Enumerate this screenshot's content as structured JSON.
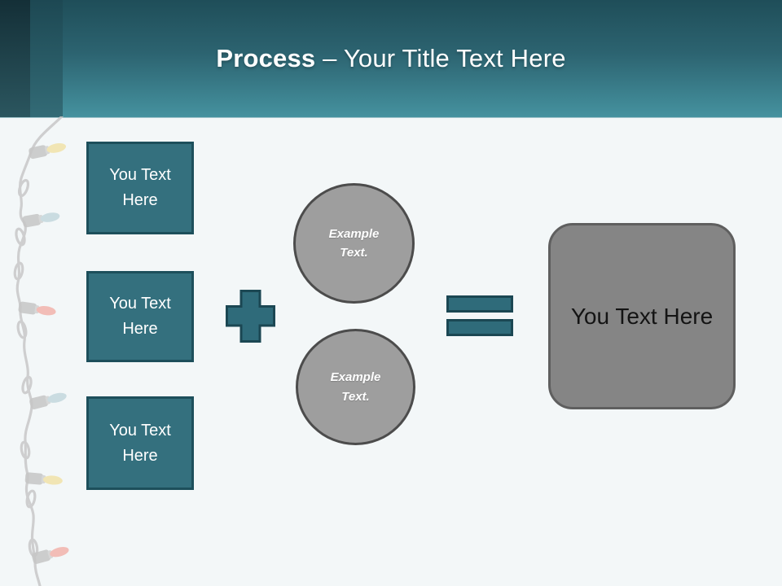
{
  "header": {
    "title_bold": "Process",
    "title_rest": " – Your Title Text Here"
  },
  "diagram": {
    "inputs": [
      {
        "label": "You Text Here"
      },
      {
        "label": "You Text Here"
      },
      {
        "label": "You Text Here"
      }
    ],
    "operators": {
      "plus": "plus-sign",
      "equals": "equals-sign"
    },
    "examples": [
      {
        "label": "Example Text."
      },
      {
        "label": "Example Text."
      }
    ],
    "result": {
      "label": "You Text Here"
    }
  },
  "colors": {
    "background": "#f3f7f8",
    "header_gradient_top": "#1f4e59",
    "header_gradient_bottom": "#45929f",
    "header_stripe_dark": "#142f37",
    "teal_shape_fill": "#34707e",
    "teal_shape_border": "#1d4f5b",
    "operator_fill": "#2f6b7a",
    "operator_border": "#1b4753",
    "circle_fill": "#9e9e9e",
    "circle_border": "#4c4c4c",
    "result_fill": "#858585",
    "result_border": "#5f5f5f",
    "title_text": "#ffffff"
  },
  "decoration": {
    "lights": [
      {
        "name": "yellow-bulb",
        "color": "#f1e3a9"
      },
      {
        "name": "blue-bulb",
        "color": "#c3d8de"
      },
      {
        "name": "red-bulb",
        "color": "#f2b4ac"
      },
      {
        "name": "blue-bulb",
        "color": "#c3d8de"
      },
      {
        "name": "yellow-bulb",
        "color": "#f1e3a9"
      },
      {
        "name": "red-bulb",
        "color": "#f2b4ac"
      }
    ]
  }
}
